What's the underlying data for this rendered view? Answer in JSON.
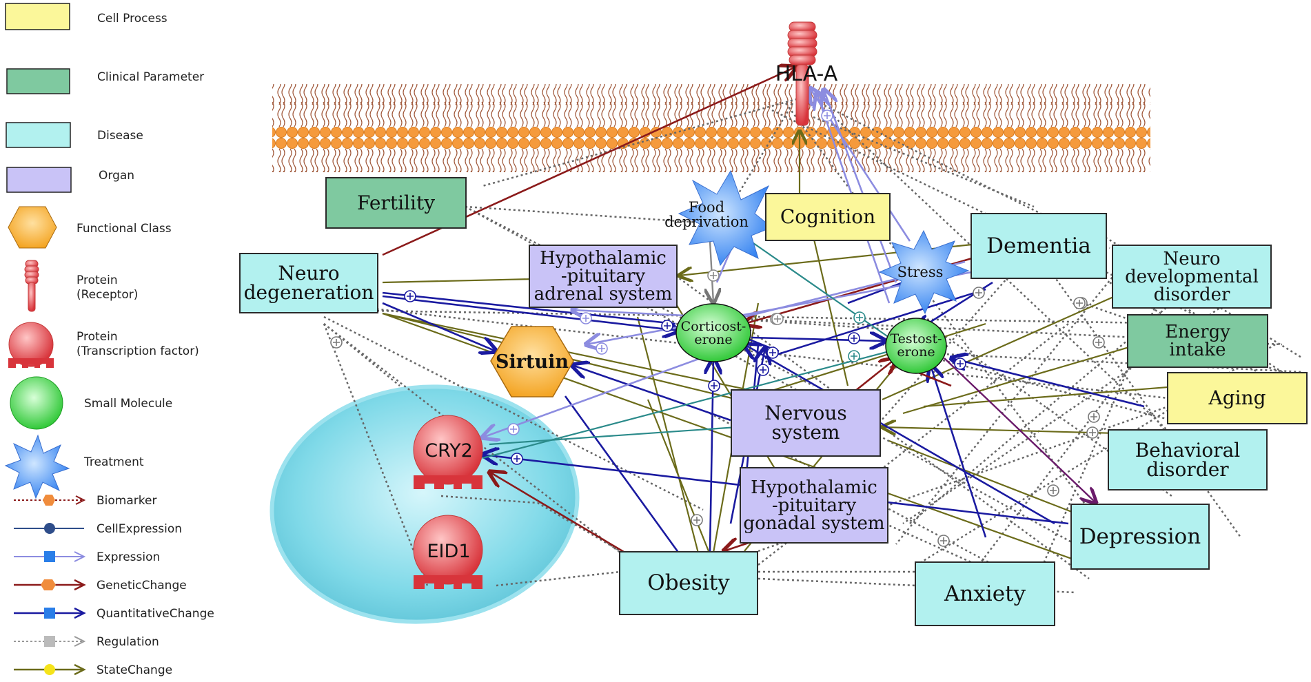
{
  "legend": {
    "cell_process": "Cell Process",
    "clinical_parameter": "Clinical Parameter",
    "disease": "Disease",
    "organ": "Organ",
    "functional_class": "Functional Class",
    "protein_receptor": "Protein\n(Receptor)",
    "protein_tf": "Protein\n(Transcription factor)",
    "small_molecule": "Small Molecule",
    "treatment": "Treatment",
    "biomarker": "Biomarker",
    "cell_expression": "CellExpression",
    "expression": "Expression",
    "genetic_change": "GeneticChange",
    "quantitative_change": "QuantitativeChange",
    "regulation": "Regulation",
    "state_change": "StateChange"
  },
  "nodes": {
    "hla_a": "HLA-A",
    "fertility": "Fertility",
    "food_deprivation": "Food\ndeprivation",
    "cognition": "Cognition",
    "dementia": "Dementia",
    "stress": "Stress",
    "neuro_degeneration": "Neuro\ndegeneration",
    "hpa": "Hypothalamic\n-pituitary\nadrenal system",
    "neuro_developmental": "Neuro\ndevelopmental\ndisorder",
    "energy_intake": "Energy\nintake",
    "corticosterone": "Corticost-\nerone",
    "testosterone": "Testost-\nerone",
    "sirtuin": "Sirtuin",
    "aging": "Aging",
    "nervous_system": "Nervous\nsystem",
    "behavioral_disorder": "Behavioral\ndisorder",
    "cry2": "CRY2",
    "hpg": "Hypothalamic\n-pituitary\ngonadal system",
    "depression": "Depression",
    "eid1": "EID1",
    "obesity": "Obesity",
    "anxiety": "Anxiety"
  },
  "colors": {
    "cell_process": "#fbf79a",
    "clinical_parameter": "#7fc9a0",
    "disease": "#b2f1ef",
    "organ": "#c9c3f7",
    "functional_class": "#f5a623",
    "protein": "#e0484e",
    "small_molecule": "#33d63a",
    "treatment": "#3d8ff5",
    "regulation": "#666666",
    "genetic_change": "#8b1a1a",
    "quantitative_change": "#1a1aa0",
    "expression": "#8c8ce0",
    "state_change": "#6b6b1a",
    "cell_expression": "#2e4d8a"
  }
}
